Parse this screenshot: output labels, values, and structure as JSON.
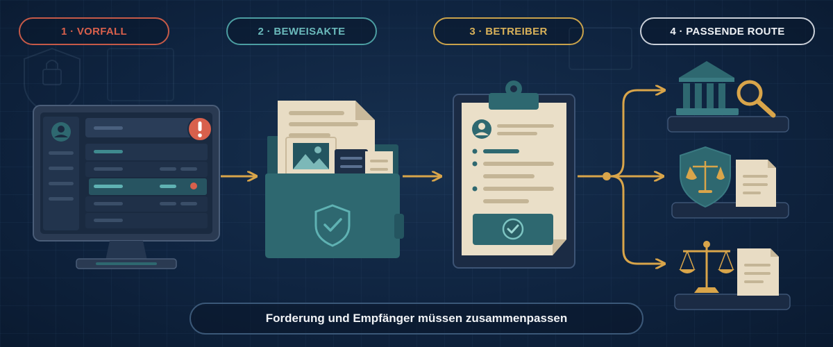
{
  "steps": [
    {
      "label": "1 · VORFALL",
      "color": "#d8604c"
    },
    {
      "label": "2 · BEWEISAKTE",
      "color": "#6ab9bb"
    },
    {
      "label": "3 · BETREIBER",
      "color": "#d8b15a"
    },
    {
      "label": "4 · PASSENDE ROUTE",
      "color": "#eef1f5"
    }
  ],
  "caption": "Forderung und Empfänger müssen zusammenpassen",
  "icons": {
    "step1": "monitor-alert-icon",
    "step2": "evidence-folder-icon",
    "step3": "clipboard-form-icon",
    "routes": [
      "courthouse-search-icon",
      "shield-scales-icon",
      "scales-document-icon"
    ]
  },
  "colors": {
    "background": "#0f2440",
    "arrow": "#d9a54a",
    "alert": "#d8604c",
    "teal": "#2e6870",
    "paper": "#e8dcc4"
  }
}
